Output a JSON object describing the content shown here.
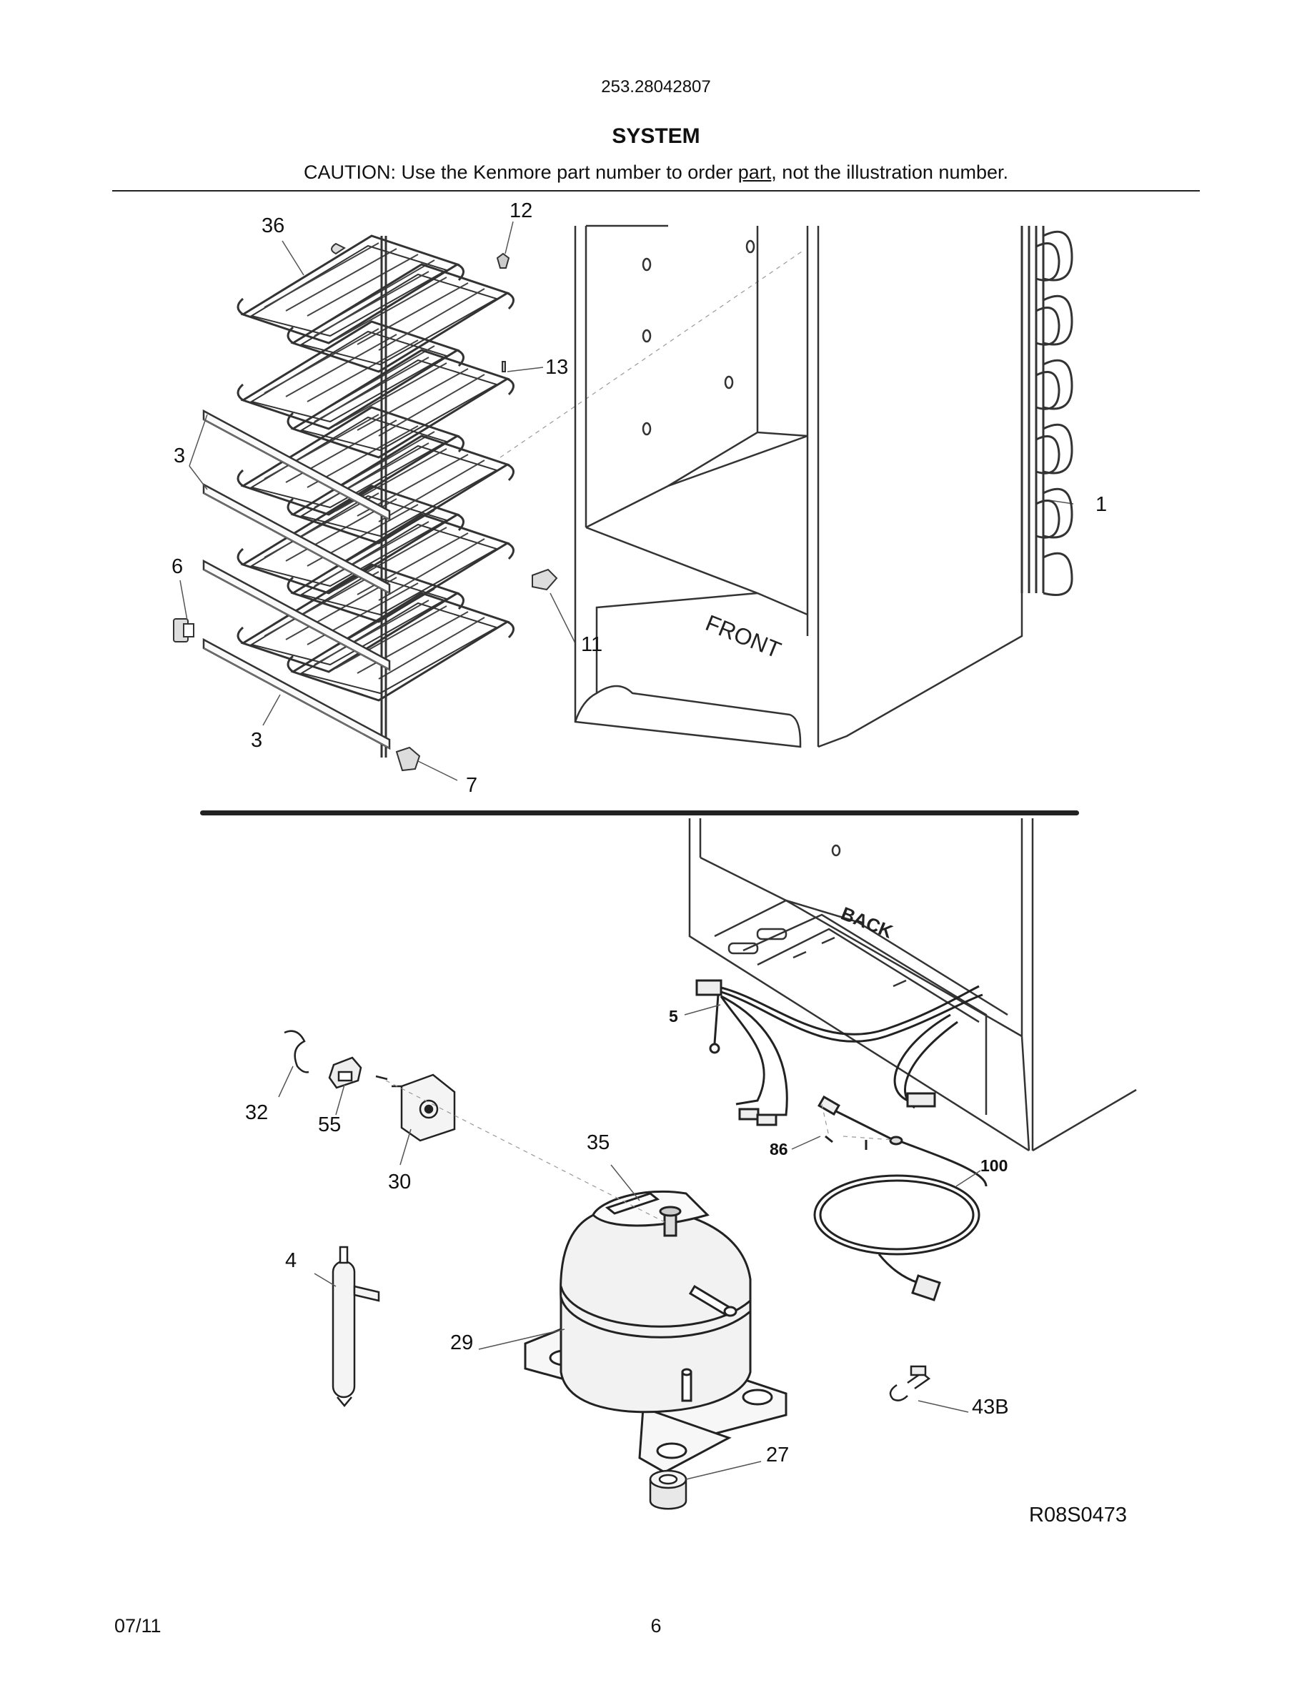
{
  "header": {
    "model_number": "253.28042807",
    "section_title": "SYSTEM",
    "caution_before": "CAUTION: Use the Kenmore part number to order ",
    "caution_underlined": "part",
    "caution_after": ", not the illustration number."
  },
  "cabinet_labels": {
    "front": "FRONT",
    "back": "BACK"
  },
  "callouts": {
    "c36": "36",
    "c12": "12",
    "c13": "13",
    "c3a": "3",
    "c6": "6",
    "c11": "11",
    "c3b": "3",
    "c7": "7",
    "c1": "1",
    "c5": "5",
    "c32": "32",
    "c55": "55",
    "c30": "30",
    "c35": "35",
    "c86": "86",
    "c100": "100",
    "c4": "4",
    "c29": "29",
    "c43b": "43B",
    "c27": "27"
  },
  "drawing_code": "R08S0473",
  "footer": {
    "date": "07/11",
    "page": "6"
  }
}
